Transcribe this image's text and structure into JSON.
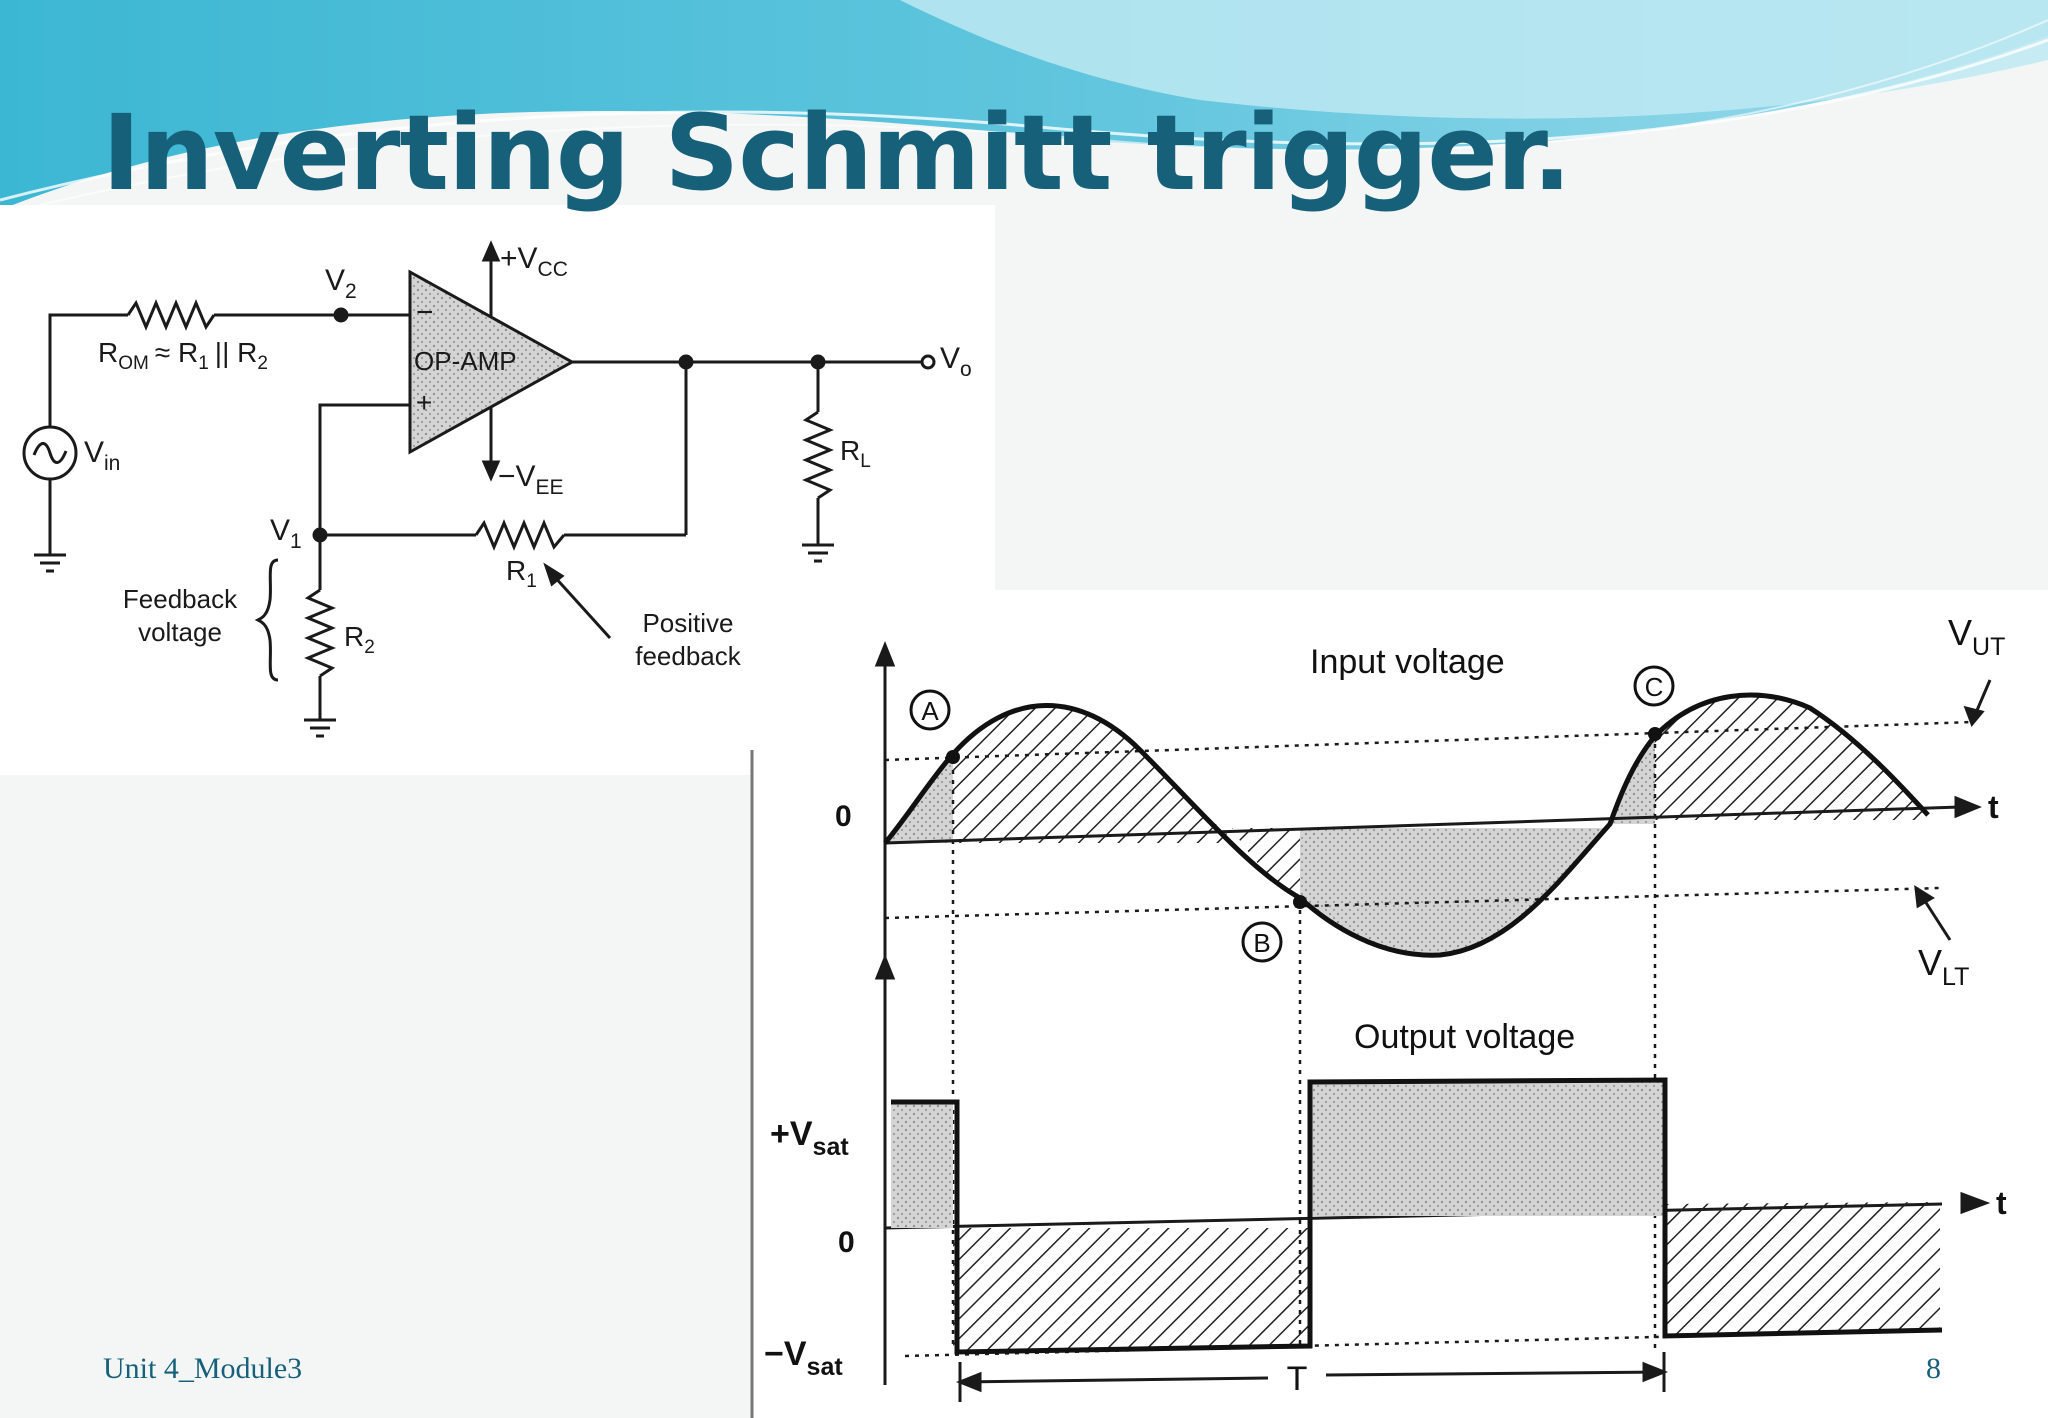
{
  "slide": {
    "title": "Inverting Schmitt trigger.",
    "footer_left": "Unit 4_Module3",
    "page_number": "8",
    "colors": {
      "title": "#17607a",
      "wave_dark": "#2ea8c8",
      "wave_light": "#a9e2ee"
    }
  },
  "circuit": {
    "vcc": "+V",
    "vcc_sub": "CC",
    "vee": "−V",
    "vee_sub": "EE",
    "v2": "V",
    "v2_sub": "2",
    "v1": "V",
    "v1_sub": "1",
    "vin": "V",
    "vin_sub": "in",
    "vo": "V",
    "vo_sub": "o",
    "rom_r": "R",
    "rom_sub": "OM",
    "rom_expr": "≈ R",
    "rom_expr_sub1": "1",
    "rom_parallel": "|| R",
    "rom_expr_sub2": "2",
    "opamp_label": "OP-AMP",
    "minus_sign": "−",
    "plus_sign": "+",
    "r1": "R",
    "r1_sub": "1",
    "r2": "R",
    "r2_sub": "2",
    "rl": "R",
    "rl_sub": "L",
    "feedback_voltage": [
      "Feedback",
      "voltage"
    ],
    "positive_feedback": [
      "Positive",
      "feedback"
    ]
  },
  "waveform": {
    "input_title": "Input voltage",
    "output_title": "Output voltage",
    "zero_top": "0",
    "zero_bottom": "0",
    "t_top": "t",
    "t_bottom": "t",
    "vut": "V",
    "vut_sub": "UT",
    "vlt": "V",
    "vlt_sub": "LT",
    "point_a": "A",
    "point_b": "B",
    "point_c": "C",
    "plus_vsat": "+V",
    "plus_vsat_sub": "sat",
    "minus_vsat": "−V",
    "minus_vsat_sub": "sat",
    "period": "T"
  }
}
